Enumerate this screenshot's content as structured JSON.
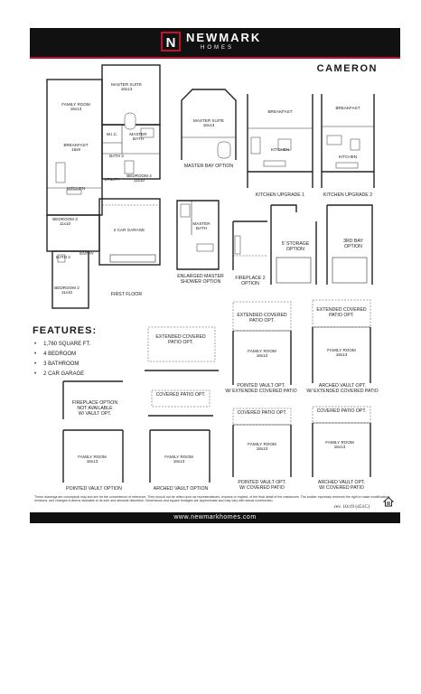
{
  "brand": {
    "mark": "N",
    "name": "NEWMARK",
    "sub": "HOMES"
  },
  "plan_name": "CAMERON",
  "floor_plan": {
    "rooms": {
      "master_suite": [
        "MASTER SUITE",
        "18x13"
      ],
      "family_room": [
        "FAMILY ROOM",
        "18x13"
      ],
      "wic": "W.I.C.",
      "master_bath": [
        "MASTER",
        "BATH"
      ],
      "bath3": "BATH 3",
      "breakfast": [
        "BREAKFAST",
        "16x9"
      ],
      "bedroom4": [
        "BEDROOM 4",
        "11x10"
      ],
      "kitchen": "KITCHEN",
      "utility": "UTILITY",
      "bedroom3": [
        "BEDROOM 3",
        "11x10"
      ],
      "garage": "2 CAR GARAGE",
      "bath2": "BATH 2",
      "entry": "ENTRY",
      "bedroom2": [
        "BEDROOM 2",
        "11x10"
      ]
    },
    "caption": "FIRST FLOOR"
  },
  "options": {
    "master_bay": {
      "rooms": [
        "MASTER SUITE",
        "16x13"
      ],
      "caption": "MASTER BAY OPTION"
    },
    "kitchen_upgrade_1": {
      "rooms": [
        "BREAKFAST",
        "KITCHEN"
      ],
      "caption": "KITCHEN UPGRADE 1"
    },
    "kitchen_upgrade_2": {
      "rooms": [
        "BREAKFAST",
        "KITCHEN"
      ],
      "caption": "KITCHEN UPGRADE 2"
    },
    "enlarged_master_shower": {
      "rooms": [
        "MASTER",
        "BATH"
      ],
      "caption": [
        "ENLARGED MASTER",
        "SHOWER OPTION"
      ]
    },
    "fireplace_2": {
      "caption": [
        "FIREPLACE 2",
        "OPTION"
      ]
    },
    "storage_5": {
      "caption": [
        "5' STORAGE",
        "OPTION"
      ]
    },
    "bay_3rd": {
      "caption": [
        "3RD BAY",
        "OPTION"
      ]
    },
    "extended_covered_patio": {
      "caption": [
        "EXTENDED COVERED",
        "PATIO OPT."
      ]
    },
    "pointed_vault_ext": {
      "top": [
        "EXTENDED COVERED",
        "PATIO OPT."
      ],
      "rooms": [
        "FAMILY ROOM",
        "18x13"
      ],
      "caption": [
        "POINTED VAULT OPT.",
        "W/ EXTENDED COVERED PATIO"
      ]
    },
    "arched_vault_ext": {
      "top": [
        "EXTENDED COVERED",
        "PATIO OPT."
      ],
      "rooms": [
        "FAMILY ROOM",
        "18x13"
      ],
      "caption": [
        "ARCHED VAULT OPT.",
        "W/ EXTENDED COVERED PATIO"
      ]
    },
    "fireplace_note": [
      "FIREPLACE OPTION",
      "NOT AVAILABLE",
      "W/ VAULT OPT."
    ],
    "covered_patio": {
      "caption": "COVERED PATIO OPT."
    },
    "pointed_vault_cov": {
      "top": "COVERED PATIO OPT.",
      "rooms": [
        "FAMILY ROOM",
        "18x13"
      ],
      "caption": [
        "POINTED VAULT OPT.",
        "W/ COVERED PATIO"
      ]
    },
    "arched_vault_cov": {
      "top": "COVERED PATIO OPT.",
      "rooms": [
        "FAMILY ROOM",
        "18x13"
      ],
      "caption": [
        "ARCHED VAULT OPT.",
        "W/ COVERED PATIO"
      ]
    },
    "pointed_vault": {
      "rooms": [
        "FAMILY ROOM",
        "18x13"
      ],
      "caption": "POINTED VAULT OPTION"
    },
    "arched_vault": {
      "rooms": [
        "FAMILY ROOM",
        "18x13"
      ],
      "caption": "ARCHED VAULT OPTION"
    }
  },
  "features": {
    "title": "FEATURES:",
    "items": [
      "1,760 SQUARE FT.",
      "4 BEDROOM",
      "3 BATHROOM",
      "2 CAR GARAGE"
    ]
  },
  "disclaimer": "These drawings are conceptual only and are for the convenience of reference. They should not be relied upon as representations, express or implied, of the final detail of the residences. The builder expressly reserves the right to make modifications, revisions, and changes it deems desirable to its sole and absolute discretion. Dimensions and square footages are approximate and may vary with actual construction.",
  "revision": "rev. 10/19 (451C)",
  "footer_url": "www.newmarkhomes.com",
  "colors": {
    "brand_red": "#c8102e",
    "bar": "#111111"
  }
}
